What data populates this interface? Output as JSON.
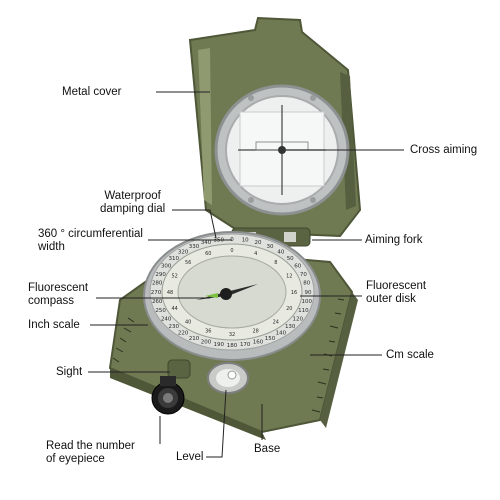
{
  "colors": {
    "body_olive": "#6f7a52",
    "body_olive_dark": "#4e5738",
    "body_olive_light": "#8f9a70",
    "bezel_silver": "#c9cccc",
    "dial_face": "#e4e6dc",
    "leader_line": "#222222",
    "text": "#111111",
    "needle_green": "#7ac142"
  },
  "labels": {
    "metal_cover": "Metal cover",
    "cross_aiming": "Cross aiming",
    "waterproof_damping_dial": "Waterproof\ndamping dial",
    "circumferential_width": "360 ° circumferential\nwidth",
    "aiming_fork": "Aiming fork",
    "fluorescent_compass": "Fluorescent\ncompass",
    "fluorescent_outer_disk": "Fluorescent\nouter disk",
    "inch_scale": "Inch scale",
    "cm_scale": "Cm scale",
    "sight": "Sight",
    "read_eyepiece": "Read the number\nof eyepiece",
    "level": "Level",
    "base": "Base"
  },
  "dial": {
    "degree_ticks": [
      "0",
      "10",
      "20",
      "30",
      "40",
      "50",
      "60",
      "70",
      "80",
      "90",
      "100",
      "110",
      "120",
      "130",
      "140",
      "150",
      "160",
      "170",
      "180",
      "190",
      "200",
      "210",
      "220",
      "230",
      "240",
      "250",
      "260",
      "270",
      "280",
      "290",
      "300",
      "310",
      "320",
      "330",
      "340",
      "350"
    ],
    "inner_ticks": [
      "0",
      "4",
      "8",
      "12",
      "16",
      "20",
      "24",
      "28",
      "32",
      "36",
      "40",
      "44",
      "48",
      "52",
      "56",
      "60"
    ]
  }
}
